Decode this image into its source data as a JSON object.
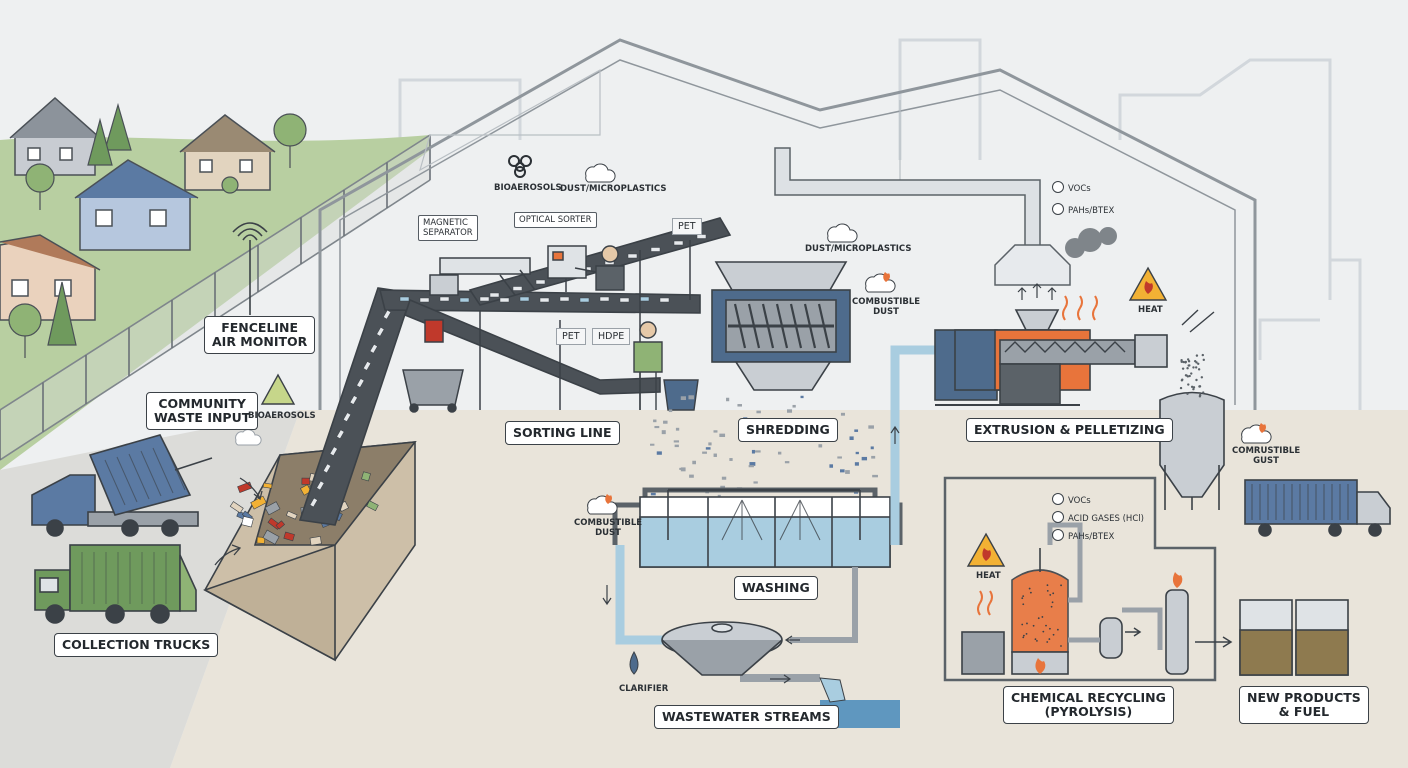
{
  "labels": {
    "fenceline": [
      "FENCELINE",
      "AIR MONITOR"
    ],
    "community": [
      "COMMUNITY",
      "WASTE INPUT"
    ],
    "trucks": "COLLECTION TRUCKS",
    "sorting": "SORTING LINE",
    "shredding": "SHREDDING",
    "extrusion": "EXTRUSION & PELLETIZING",
    "washing": "WASHING",
    "wastewater": "WASTEWATER STREAMS",
    "chemical": [
      "CHEMICAL RECYCLING",
      "(PYROLYSIS)"
    ],
    "new_products": [
      "NEW PRODUCTS",
      "& FUEL"
    ]
  },
  "tags": {
    "magnetic": [
      "MAGNETIC",
      "SEPARATOR"
    ],
    "optical": "OPTICAL SORTER"
  },
  "conveyor_tags": {
    "pet_top": "PET",
    "pet_low": "PET",
    "hdpe": "HDPE"
  },
  "hazards": {
    "bio_top": "BIOAEROSOLS",
    "dust_top": "DUST/MICROPLASTICS",
    "bio_left": "BIOAEROSOLS",
    "dust_shred": "DUST/MICROPLASTICS",
    "comb_shred": [
      "COMBUSTIBLE",
      "DUST"
    ],
    "comb_wash": [
      "COMBUSTIBLE",
      "DUST"
    ],
    "comb_silo": [
      "COMRUSTIBLE",
      "GUST"
    ],
    "heat_extr": "HEAT",
    "heat_pyro": "HEAT",
    "clarifier": "CLARIFIER",
    "vocs_top": "VOCs",
    "pahs_top": "PAHs/BTEX",
    "vocs_pyro": "VOCs",
    "acid_pyro": "ACID GASES (HCl)",
    "pahs_pyro": "PAHs/BTEX"
  },
  "colors": {
    "shed_outline": "#8f969c",
    "belt": "#4b5157",
    "machine_blue": "#4e6b8c",
    "heater": "#e8743b",
    "water": "#a9cde0",
    "truck_blue": "#5b7aa3",
    "truck_green": "#6f9a5d",
    "bin": "#cdbfa8",
    "oil": "#8e7a4f",
    "grass": "#a6c08a"
  }
}
